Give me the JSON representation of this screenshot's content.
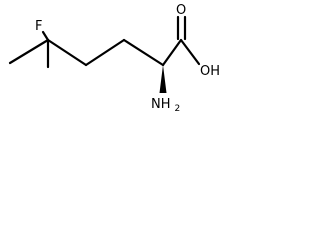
{
  "molecule": {
    "atoms": {
      "fluorine": "F",
      "hydroxyl": "OH",
      "carbonyl_oxygen": "O",
      "amino_n": "NH",
      "amino_sub": "2"
    },
    "stereo": "wedge"
  }
}
